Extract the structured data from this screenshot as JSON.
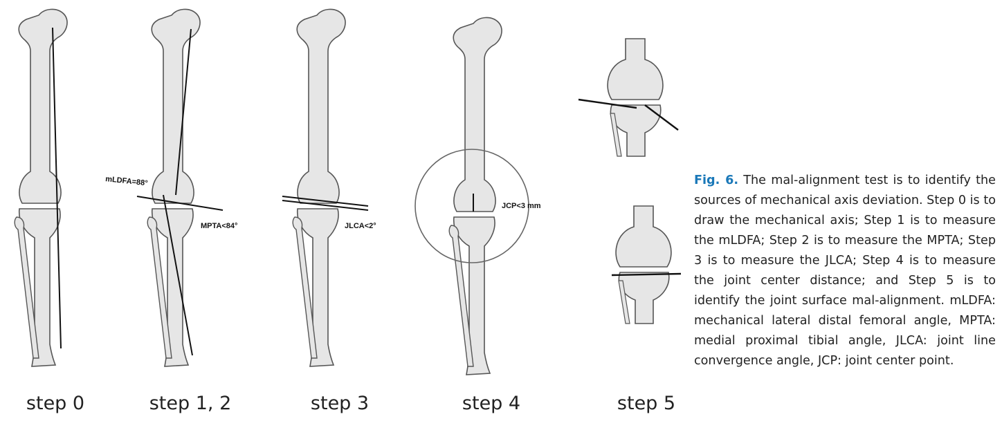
{
  "figure": {
    "step_labels": [
      "step 0",
      "step 1, 2",
      "step 3",
      "step 4",
      "step 5"
    ],
    "annotations": {
      "mldfa": "mLDFA=88°",
      "mpta": "MPTA<84°",
      "jlca": "JLCA<2°",
      "jcp": "JCP<3 mm"
    }
  },
  "caption": {
    "label": "Fig. 6.",
    "text": " The mal-alignment test is to identify the sources of mechanical axis deviation. Step 0 is to draw the mechanical axis; Step 1 is to measure the mLDFA; Step 2 is to measure the MPTA; Step 3 is to measure the JLCA; Step 4 is to measure the joint center distance; and Step 5 is to identify the joint surface mal-alignment. mLDFA: mechanical lateral distal femoral angle, MPTA: medial proximal tibial angle, JLCA: joint line convergence angle, JCP: joint center point."
  },
  "colors": {
    "caption_label": "#1a78b8",
    "bone_fill": "#e6e6e6",
    "outline": "#555555"
  }
}
